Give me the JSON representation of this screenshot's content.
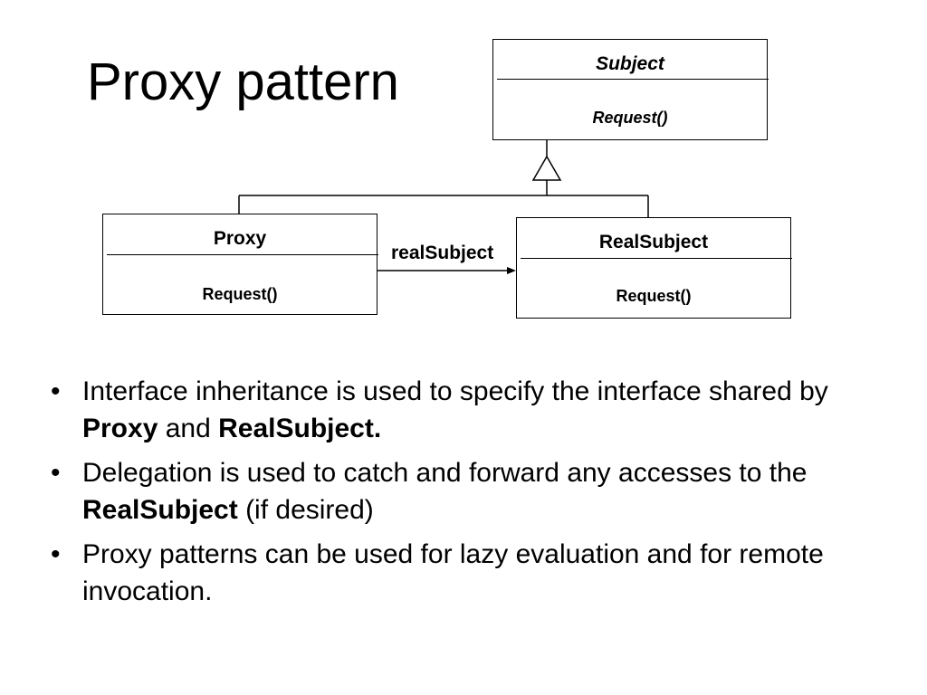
{
  "slide": {
    "title": "Proxy pattern"
  },
  "diagram": {
    "subject": {
      "name": "Subject",
      "operation": "Request()"
    },
    "proxy": {
      "name": "Proxy",
      "operation": "Request()"
    },
    "real_subject": {
      "name": "RealSubject",
      "operation": "Request()"
    },
    "association_label": "realSubject"
  },
  "bullets": [
    {
      "marker": "•",
      "t1": "Interface inheritance is used to specify the interface shared by ",
      "b1": "Proxy",
      "t2": " and ",
      "b2": "RealSubject."
    },
    {
      "marker": "•",
      "t1": "Delegation is used to catch and forward any accesses to the ",
      "b1": "RealSubject",
      "t2": " (if desired)"
    },
    {
      "marker": "•",
      "t1": "Proxy patterns can be used for lazy evaluation and for remote invocation."
    }
  ]
}
